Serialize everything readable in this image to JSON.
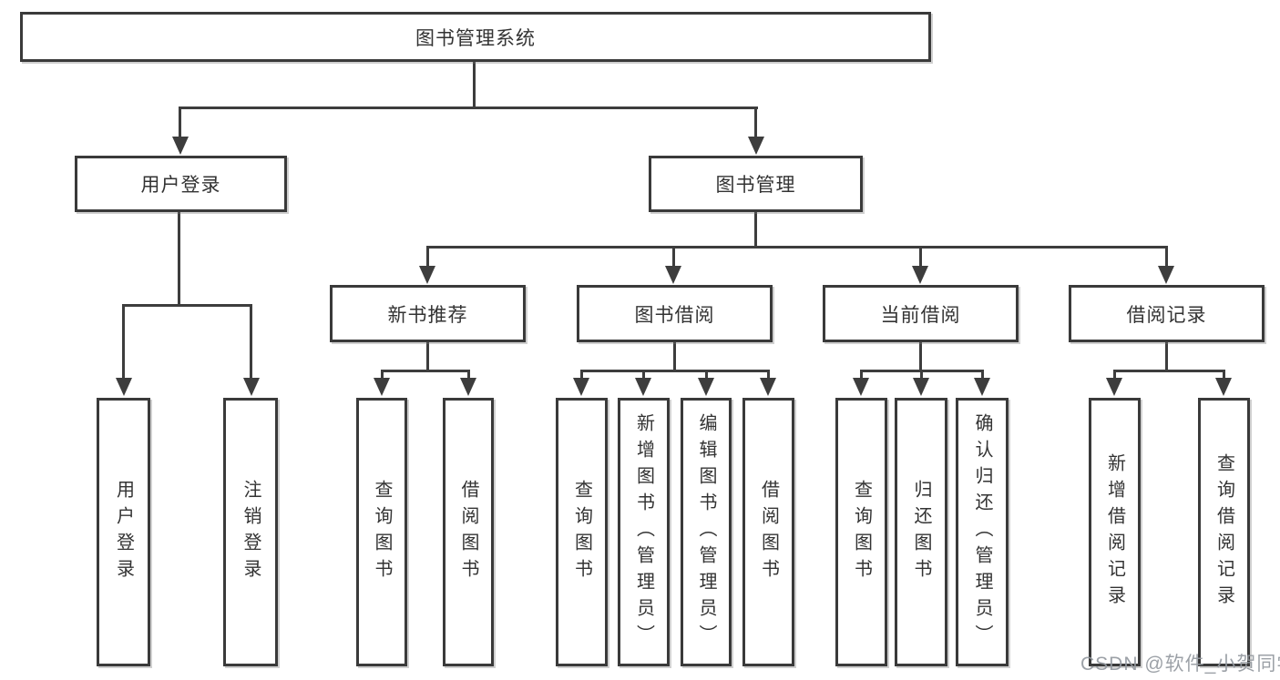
{
  "diagram": {
    "nodes": {
      "root": "图书管理系统",
      "user_login": "用户登录",
      "book_mgmt": "图书管理",
      "new_book": "新书推荐",
      "book_borrow": "图书借阅",
      "current_borrow": "当前借阅",
      "borrow_record": "借阅记录"
    },
    "leaves": {
      "user_login": [
        "用户登录",
        "注销登录"
      ],
      "new_book": [
        "查询图书",
        "借阅图书"
      ],
      "book_borrow": [
        "查询图书",
        "新增图书（管理员）",
        "编辑图书（管理员）",
        "借阅图书"
      ],
      "current_borrow": [
        "查询图书",
        "归还图书",
        "确认归还（管理员）"
      ],
      "borrow_record": [
        "新增借阅记录",
        "查询借阅记录"
      ]
    },
    "line_color": "#3d3d3d",
    "border_color": "#3a3a3a"
  },
  "watermark": "CSDN @软件_小贺同学"
}
